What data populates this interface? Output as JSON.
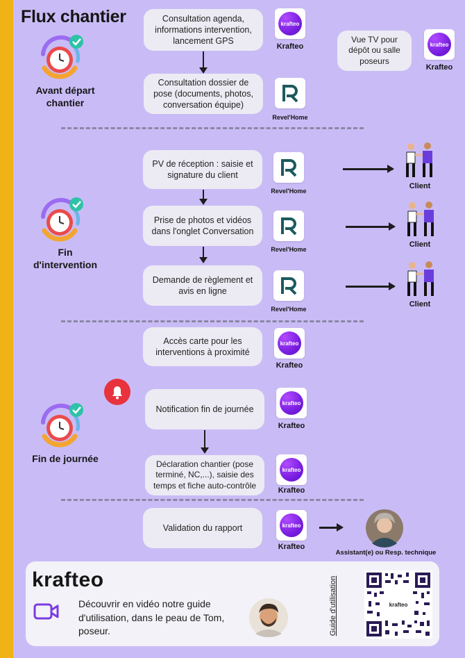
{
  "page": {
    "title": "Flux chantier",
    "colors": {
      "background": "#c9bcf6",
      "side_bar": "#f0b214",
      "box": "#ecebf3",
      "krafteo_purple": "#7a1fe0",
      "revel_teal": "#1c5a5c",
      "bell_red": "#e8323e"
    }
  },
  "stages": {
    "avant": {
      "label_line1": "Avant départ",
      "label_line2": "chantier"
    },
    "fin_intervention": {
      "label_line1": "Fin",
      "label_line2": "d'intervention"
    },
    "fin_journee": {
      "label": "Fin de journée"
    }
  },
  "steps": {
    "s1": {
      "text": "Consultation agenda, informations intervention, lancement GPS",
      "app": "Krafteo"
    },
    "s2": {
      "text": "Consultation dossier de pose (documents, photos, conversation équipe)",
      "app": "Revel'Home"
    },
    "tv": {
      "text": "Vue TV pour dépôt ou salle poseurs",
      "app": "Krafteo"
    },
    "s3": {
      "text": "PV de réception : saisie et signature du client",
      "app": "Revel'Home",
      "target": "Client"
    },
    "s4": {
      "text": "Prise de photos et vidéos dans l'onglet Conversation",
      "app": "Revel'Home",
      "target": "Client"
    },
    "s5": {
      "text": "Demande de règlement et avis en ligne",
      "app": "Revel'Home",
      "target": "Client"
    },
    "s6": {
      "text": "Accès carte pour les interventions à proximité",
      "app": "Krafteo"
    },
    "s7": {
      "text": "Notification fin de journée",
      "app": "Krafteo"
    },
    "s8": {
      "text": "Déclaration chantier (pose terminé, NC,...), saisie des temps et fiche auto-contrôle",
      "app": "Krafteo"
    },
    "s9": {
      "text": "Validation du rapport",
      "app": "Krafteo",
      "target": "Assistant(e) ou Resp. technique"
    }
  },
  "logos": {
    "krafteo_mark": "krafteo"
  },
  "icons": [
    "clock-icon",
    "check-icon",
    "bell-icon",
    "video-camera-icon",
    "people-handshake-icon",
    "qr-code"
  ],
  "footer": {
    "brand": "krafteo",
    "text": "Découvrir en vidéo notre guide d'utilisation, dans le peau de Tom, poseur.",
    "vertical_label": "Guide d'utilisation",
    "qr_logo": "krafteo"
  }
}
